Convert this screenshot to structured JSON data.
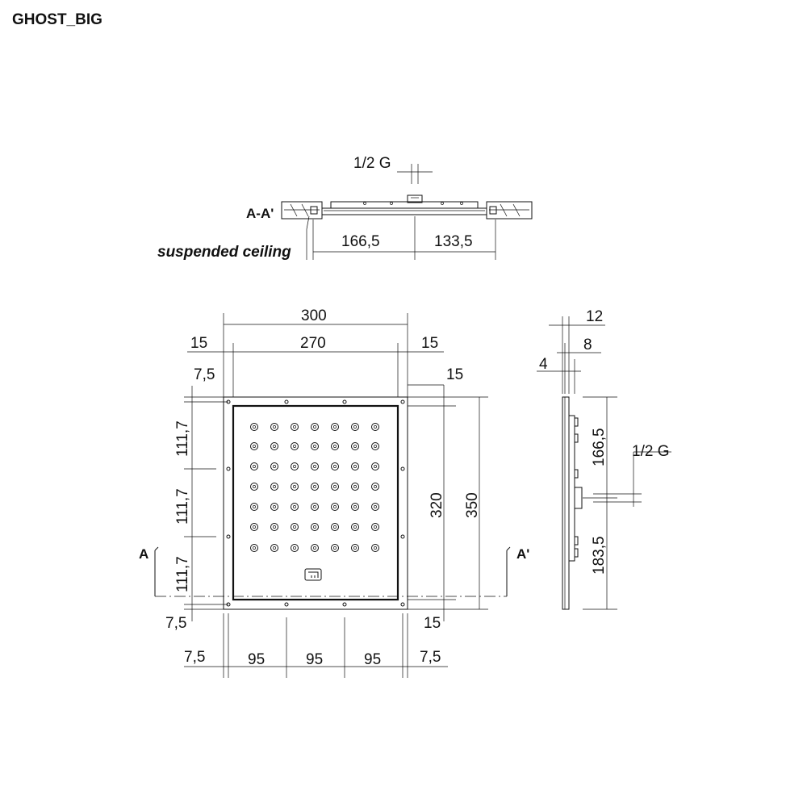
{
  "title": "GHOST_BIG",
  "section": {
    "label": "A-A'",
    "ceiling_label": "suspended ceiling",
    "thread": "1/2 G",
    "dims": [
      "166,5",
      "133,5"
    ]
  },
  "front": {
    "dim_300": "300",
    "dim_270": "270",
    "dim_15_left": "15",
    "dim_15_right": "15",
    "dim_7_5_top": "7,5",
    "dim_111_7": [
      "111,7",
      "111,7",
      "111,7"
    ],
    "dim_7_5_bottom": "7,5",
    "dim_15_side_top": "15",
    "dim_15_side_bottom": "15",
    "dim_320": "320",
    "dim_350": "350",
    "bottom_dims": [
      "7,5",
      "95",
      "95",
      "95",
      "7,5"
    ],
    "cut_left": "A",
    "cut_right": "A'"
  },
  "side": {
    "dim_12": "12",
    "dim_8": "8",
    "dim_4": "4",
    "dim_166_5": "166,5",
    "dim_183_5": "183,5",
    "thread": "1/2 G"
  }
}
